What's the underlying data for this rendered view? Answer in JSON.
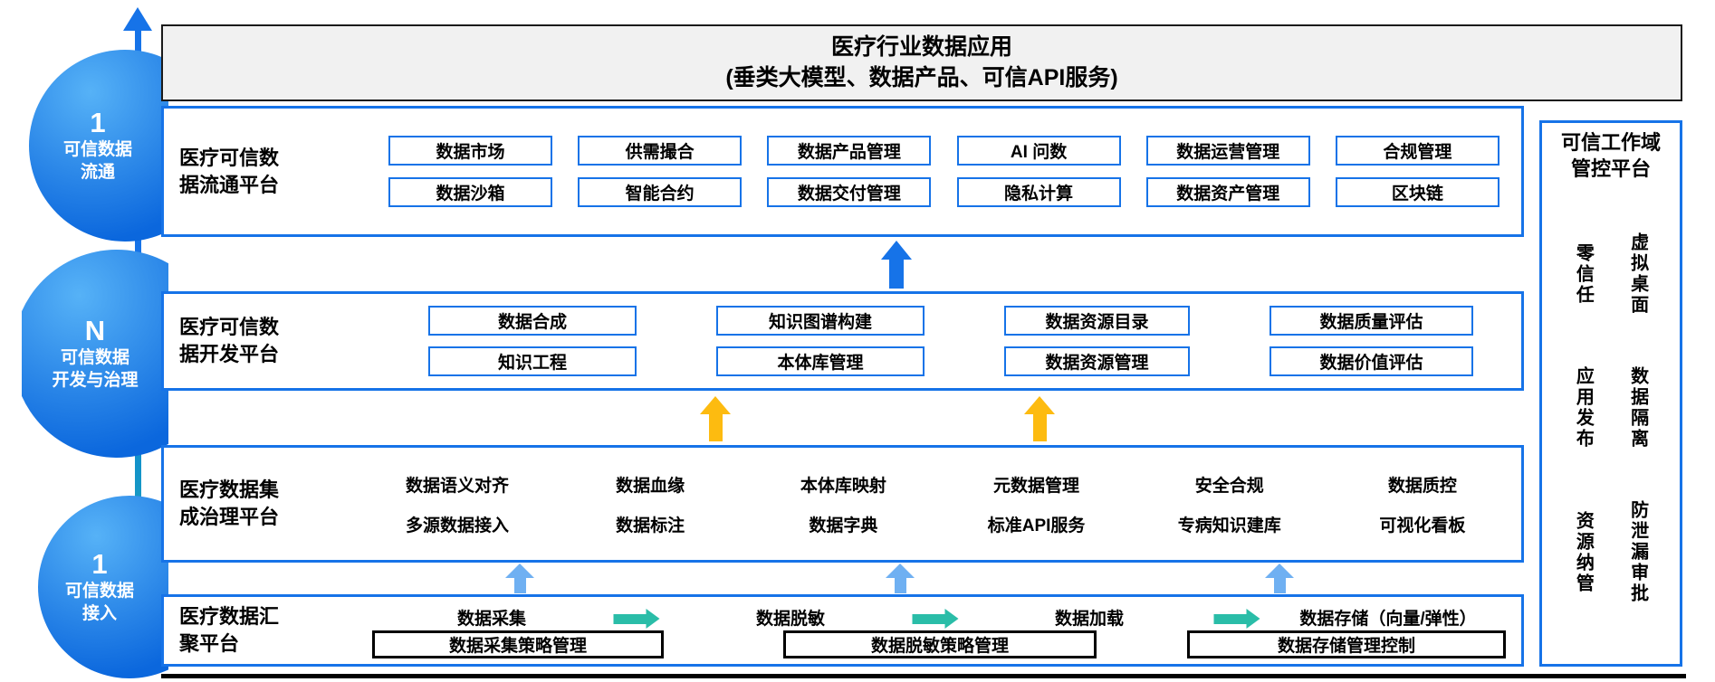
{
  "colors": {
    "blue": "#1673e8",
    "lblue": "#6fb0f2",
    "yellow": "#fdbb10",
    "teal": "#2abda8",
    "circle-hi": "#56b2f7",
    "circle-lo": "#0b67dd"
  },
  "header": {
    "title_line1": "医疗行业数据应用",
    "title_line2": "(垂类大模型、数据产品、可信API服务)"
  },
  "left_rail": {
    "stages": [
      {
        "badge": "1",
        "lines": [
          "可信数据",
          "流通"
        ]
      },
      {
        "badge": "N",
        "lines": [
          "可信数据",
          "开发与治理"
        ]
      },
      {
        "badge": "1",
        "lines": [
          "可信数据",
          "接入"
        ]
      }
    ]
  },
  "platforms": {
    "flow": {
      "label_lines": [
        "医疗可信数",
        "据流通平台"
      ],
      "rows": [
        [
          "数据市场",
          "供需撮合",
          "数据产品管理",
          "AI 问数",
          "数据运营管理",
          "合规管理"
        ],
        [
          "数据沙箱",
          "智能合约",
          "数据交付管理",
          "隐私计算",
          "数据资产管理",
          "区块链"
        ]
      ]
    },
    "dev": {
      "label_lines": [
        "医疗可信数",
        "据开发平台"
      ],
      "rows": [
        [
          "数据合成",
          "知识图谱构建",
          "数据资源目录",
          "数据质量评估"
        ],
        [
          "知识工程",
          "本体库管理",
          "数据资源管理",
          "数据价值评估"
        ]
      ]
    },
    "governance": {
      "label_lines": [
        "医疗数据集",
        "成治理平台"
      ],
      "rows": [
        [
          "数据语义对齐",
          "数据血缘",
          "本体库映射",
          "元数据管理",
          "安全合规",
          "数据质控"
        ],
        [
          "多源数据接入",
          "数据标注",
          "数据字典",
          "标准API服务",
          "专病知识建库",
          "可视化看板"
        ]
      ]
    },
    "ingest": {
      "label_lines": [
        "医疗数据汇",
        "聚平台"
      ],
      "pipeline": [
        "数据采集",
        "数据脱敏",
        "数据加载",
        "数据存储（向量/弹性）"
      ],
      "policy_boxes": [
        "数据采集策略管理",
        "数据脱敏策略管理",
        "数据存储管理控制"
      ]
    }
  },
  "right_panel": {
    "title_lines": [
      "可信工作域",
      "管控平台"
    ],
    "columns": [
      [
        "零信任",
        "应用发布",
        "资源纳管"
      ],
      [
        "虚拟桌面",
        "数据隔离",
        "防泄漏审批"
      ]
    ]
  }
}
